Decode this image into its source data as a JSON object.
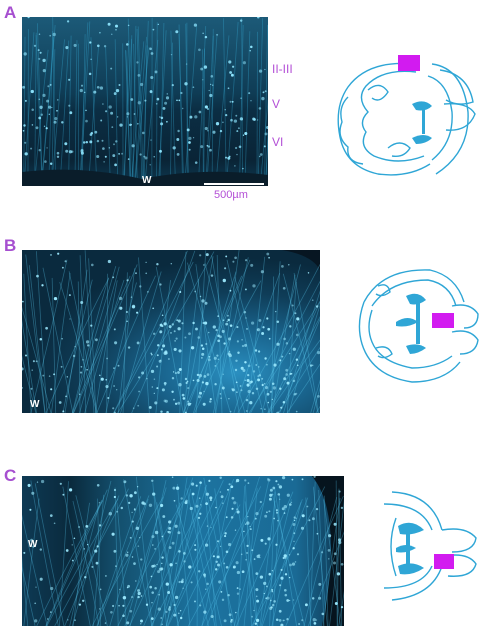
{
  "colors": {
    "accent": "#b34fd6",
    "panel_letter": "#a64fd0",
    "fluor": "#39c2ef",
    "marker": "#d21bf0",
    "outline": "#2fa6d6"
  },
  "panels": [
    {
      "letter": "A",
      "layer_labels": [
        "II-III",
        "V",
        "VI"
      ],
      "white_matter_label": "W",
      "scale_bar_label": "500µm"
    },
    {
      "letter": "B",
      "white_matter_label": "W"
    },
    {
      "letter": "C",
      "white_matter_label": "W"
    }
  ]
}
